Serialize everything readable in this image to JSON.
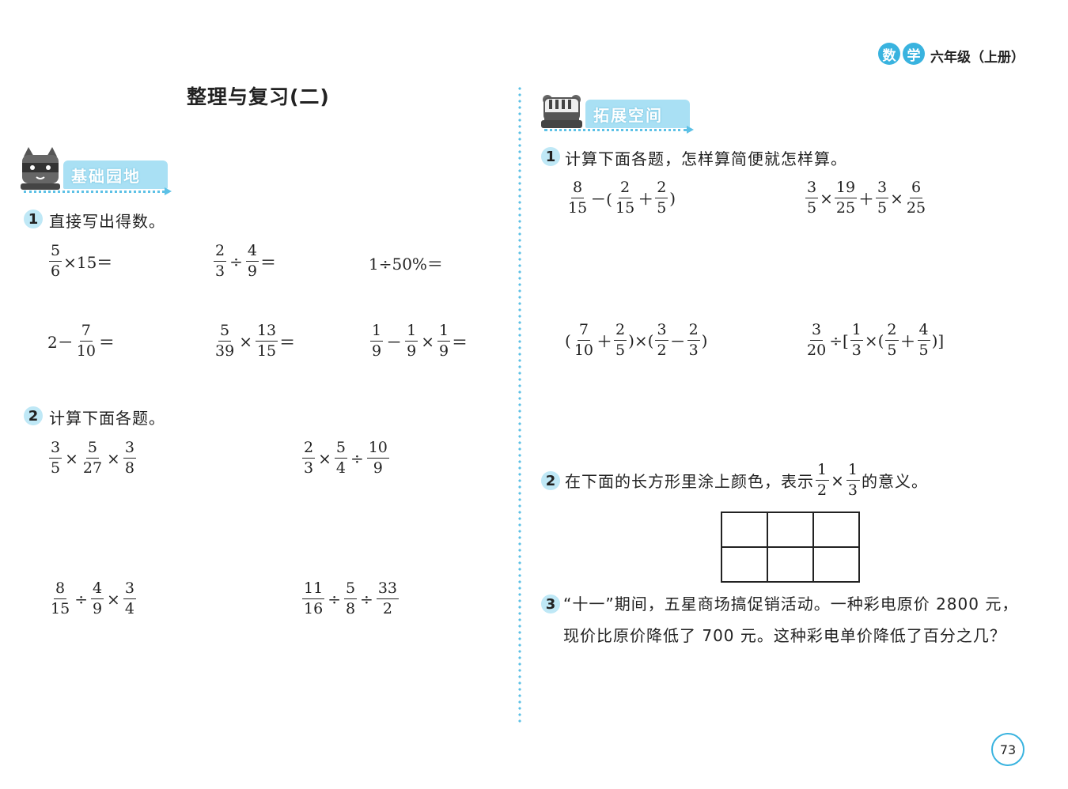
{
  "header": {
    "badge1": "数",
    "badge2": "学",
    "grade": "六年级（上册）"
  },
  "page_title": "整理与复习(二)",
  "left": {
    "section": "基础园地",
    "q1": {
      "num": "1",
      "text": "直接写出得数。",
      "items": [
        {
          "f1n": "5",
          "f1d": "6",
          "rest": "×15＝"
        },
        {
          "f1n": "2",
          "f1d": "3",
          "op": "÷",
          "f2n": "4",
          "f2d": "9",
          "rest": "＝"
        },
        {
          "text": "1÷50%＝"
        },
        {
          "pre": "2－",
          "f1n": "7",
          "f1d": "10",
          "rest": "＝"
        },
        {
          "f1n": "5",
          "f1d": "39",
          "op": "×",
          "f2n": "13",
          "f2d": "15",
          "rest": "＝"
        },
        {
          "f1n": "1",
          "f1d": "9",
          "op1": "－",
          "f2n": "1",
          "f2d": "9",
          "op2": "×",
          "f3n": "1",
          "f3d": "9",
          "rest": "＝"
        }
      ]
    },
    "q2": {
      "num": "2",
      "text": "计算下面各题。",
      "items": [
        {
          "f1n": "3",
          "f1d": "5",
          "op1": "×",
          "f2n": "5",
          "f2d": "27",
          "op2": "×",
          "f3n": "3",
          "f3d": "8"
        },
        {
          "f1n": "2",
          "f1d": "3",
          "op1": "×",
          "f2n": "5",
          "f2d": "4",
          "op2": "÷",
          "f3n": "10",
          "f3d": "9"
        },
        {
          "f1n": "8",
          "f1d": "15",
          "op1": "÷",
          "f2n": "4",
          "f2d": "9",
          "op2": "×",
          "f3n": "3",
          "f3d": "4"
        },
        {
          "f1n": "11",
          "f1d": "16",
          "op1": "÷",
          "f2n": "5",
          "f2d": "8",
          "op2": "÷",
          "f3n": "33",
          "f3d": "2"
        }
      ]
    }
  },
  "right": {
    "section": "拓展空间",
    "q1": {
      "num": "1",
      "text": "计算下面各题，怎样算简便就怎样算。",
      "e1": {
        "f1n": "8",
        "f1d": "15",
        "a": "－(",
        "f2n": "2",
        "f2d": "15",
        "b": "＋",
        "f3n": "2",
        "f3d": "5",
        "c": ")"
      },
      "e2": {
        "f1n": "3",
        "f1d": "5",
        "a": "×",
        "f2n": "19",
        "f2d": "25",
        "b": "＋",
        "f3n": "3",
        "f3d": "5",
        "c": "×",
        "f4n": "6",
        "f4d": "25"
      },
      "e3": {
        "a": "(",
        "f1n": "7",
        "f1d": "10",
        "b": "＋",
        "f2n": "2",
        "f2d": "5",
        "c": ")×(",
        "f3n": "3",
        "f3d": "2",
        "d": "－",
        "f4n": "2",
        "f4d": "3",
        "e": ")"
      },
      "e4": {
        "f1n": "3",
        "f1d": "20",
        "a": "÷[",
        "f2n": "1",
        "f2d": "3",
        "b": "×(",
        "f3n": "2",
        "f3d": "5",
        "c": "＋",
        "f4n": "4",
        "f4d": "5",
        "d": ")]"
      }
    },
    "q2": {
      "num": "2",
      "text_before": "在下面的长方形里涂上颜色，表示",
      "f1n": "1",
      "f1d": "2",
      "op": "×",
      "f2n": "1",
      "f2d": "3",
      "text_after": "的意义。"
    },
    "q3": {
      "num": "3",
      "text": "“十一”期间，五星商场搞促销活动。一种彩电原价 2800 元，现价比原价降低了 700 元。这种彩电单价降低了百分之几？"
    }
  },
  "page_number": "73",
  "colors": {
    "accent": "#39b3df",
    "banner": "#a9e0f4",
    "qnum_bg": "#bfe8f6"
  },
  "icons": {
    "left_mascot": "raccoon-mascot-icon",
    "right_mascot": "zebra-mascot-icon"
  }
}
